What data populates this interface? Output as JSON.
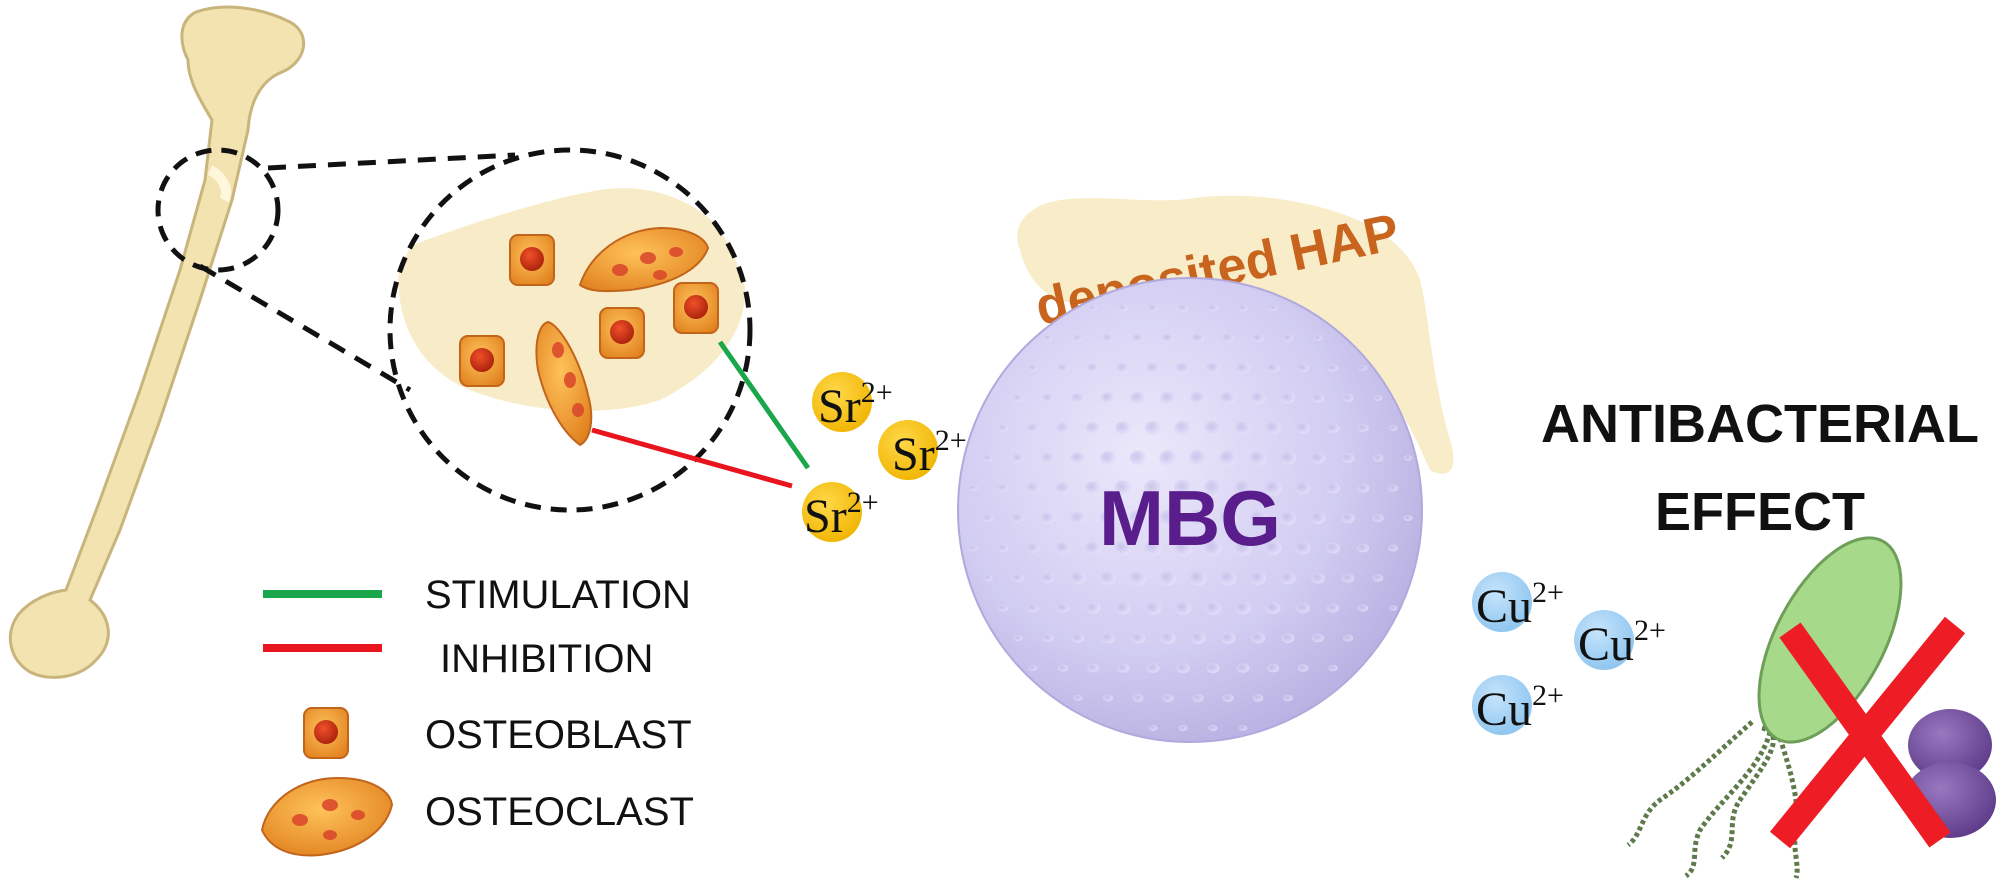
{
  "diagram": {
    "center_label": "MBG",
    "coating_label": "deposited HAP",
    "effect_title_line1": "ANTIBACTERIAL",
    "effect_title_line2": "EFFECT",
    "ions": {
      "sr_symbol": "Sr",
      "sr_charge": "2+",
      "cu_symbol": "Cu",
      "cu_charge": "2+"
    },
    "legend": {
      "stimulation": "STIMULATION",
      "inhibition": "INHIBITION",
      "osteoblast": "OSTEOBLAST",
      "osteoclast": "OSTEOCLAST"
    },
    "colors": {
      "stimulation_line": "#1aa64a",
      "inhibition_line": "#e8141e",
      "bone": "#f3e3b0",
      "sphere": "#d4d0f2",
      "mbg_text": "#5a1e8c",
      "hap_text": "#c8641e",
      "sr_ion": "#f7c21c",
      "cu_ion": "#9fd0f5",
      "cross": "#ee1c24"
    }
  }
}
